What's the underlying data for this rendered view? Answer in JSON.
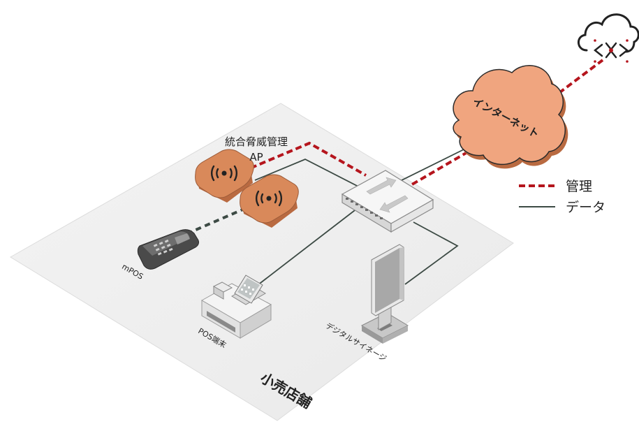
{
  "labels": {
    "ap": "統合脅威管理",
    "ap_sub": "AP",
    "internet": "インターネット",
    "mpos": "mPOS",
    "pos": "POS端末",
    "signage": "デジタルサイネージ",
    "store": "小売店舗"
  },
  "legend": {
    "management": "管理",
    "data": "データ"
  },
  "icons": [
    "cloud-management-icon",
    "internet-cloud-icon",
    "network-switch-icon",
    "wireless-access-point-icon",
    "mpos-terminal-icon",
    "pos-register-icon",
    "digital-signage-icon"
  ],
  "colors": {
    "management_line": "#b5151d",
    "data_line": "#3c4a44",
    "internet_cloud": "#f0a57f",
    "access_point": "#d9895a",
    "floor": "#efefef"
  }
}
